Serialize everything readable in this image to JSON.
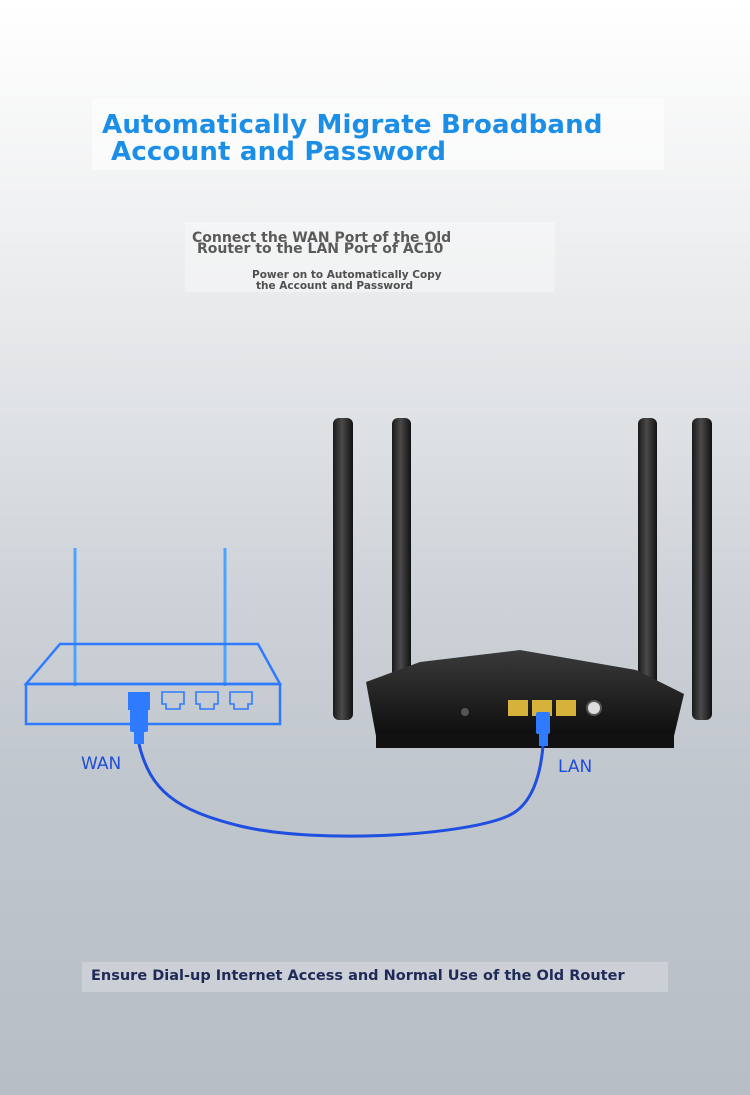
{
  "heading": {
    "line1": "Automatically Migrate Broadband",
    "line2": "Account and Password"
  },
  "instruction": {
    "line1": "Connect the WAN Port of the Old",
    "line2": "Router to the LAN Port of AC10",
    "line3": "Power on to Automatically Copy",
    "line4": "the Account and Password"
  },
  "diagram": {
    "old_router_port_label": "WAN",
    "new_router_port_label": "LAN",
    "cable_color": "#1f4fe0",
    "accent_color": "#2f7bff"
  },
  "footer": {
    "text": "Ensure Dial-up Internet Access and Normal Use of the Old Router"
  }
}
